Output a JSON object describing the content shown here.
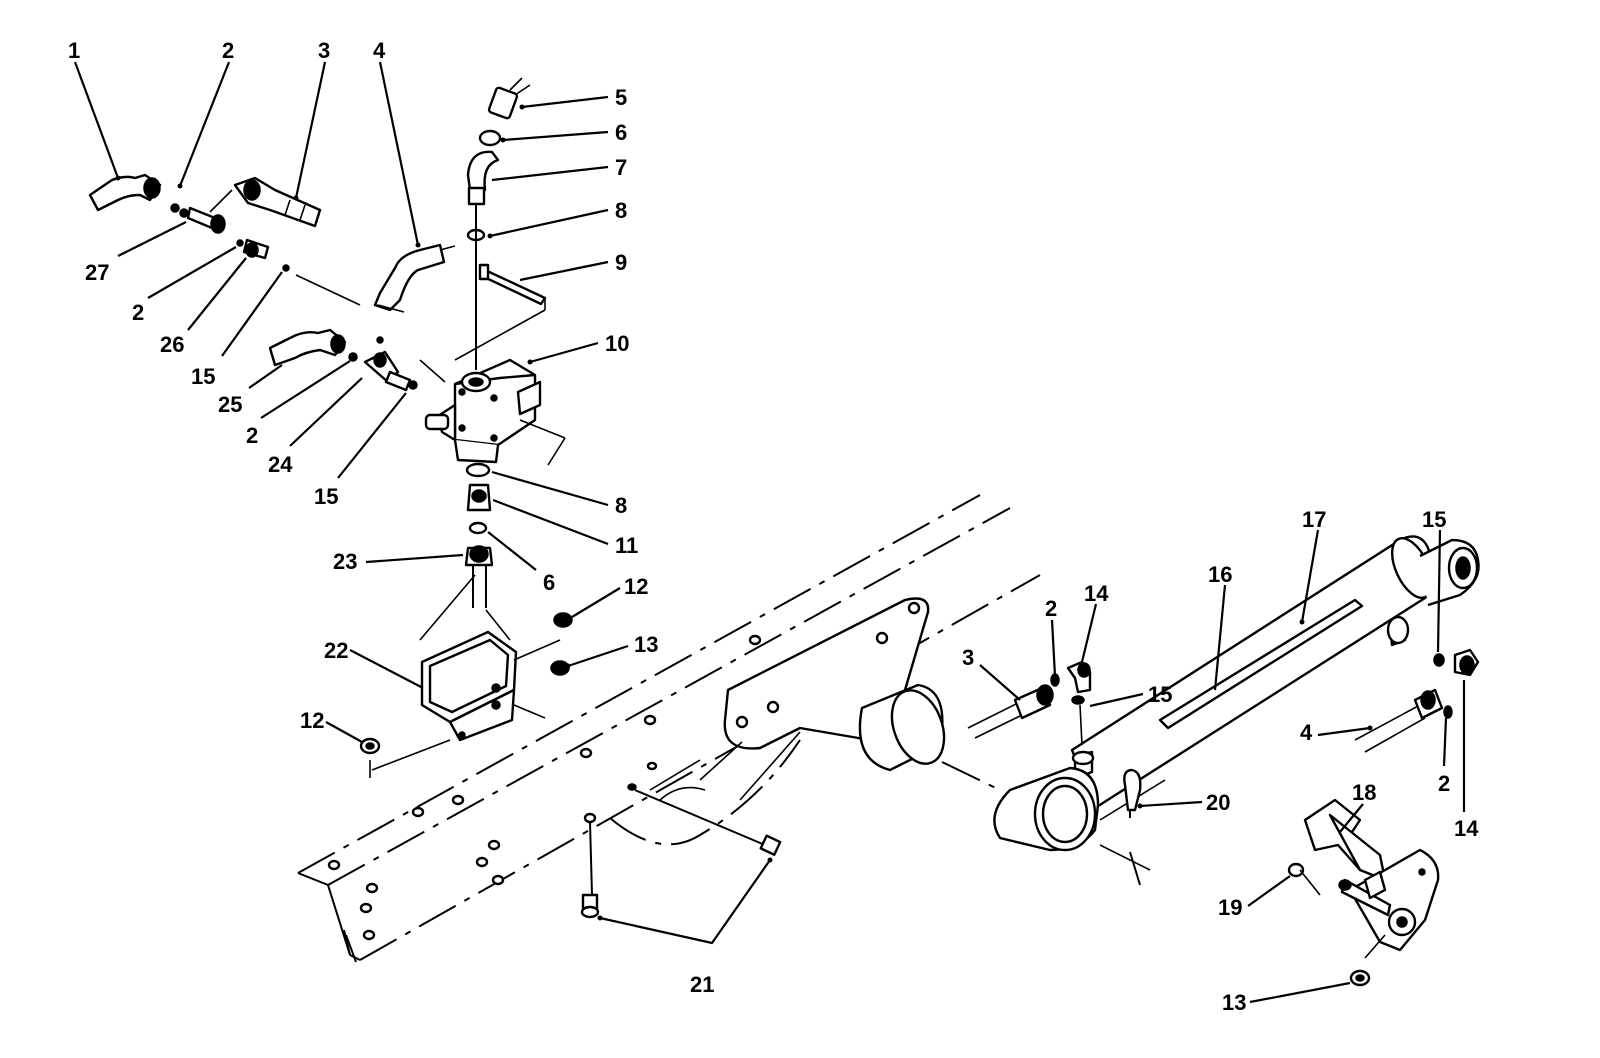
{
  "callouts": [
    {
      "id": "c1",
      "label": "1"
    },
    {
      "id": "c2a",
      "label": "2"
    },
    {
      "id": "c3a",
      "label": "3"
    },
    {
      "id": "c4a",
      "label": "4"
    },
    {
      "id": "c5",
      "label": "5"
    },
    {
      "id": "c6a",
      "label": "6"
    },
    {
      "id": "c7",
      "label": "7"
    },
    {
      "id": "c8a",
      "label": "8"
    },
    {
      "id": "c9",
      "label": "9"
    },
    {
      "id": "c10",
      "label": "10"
    },
    {
      "id": "c27",
      "label": "27"
    },
    {
      "id": "c2b",
      "label": "2"
    },
    {
      "id": "c26",
      "label": "26"
    },
    {
      "id": "c15a",
      "label": "15"
    },
    {
      "id": "c25",
      "label": "25"
    },
    {
      "id": "c2c",
      "label": "2"
    },
    {
      "id": "c24",
      "label": "24"
    },
    {
      "id": "c15b",
      "label": "15"
    },
    {
      "id": "c8b",
      "label": "8"
    },
    {
      "id": "c11",
      "label": "11"
    },
    {
      "id": "c6b",
      "label": "6"
    },
    {
      "id": "c23",
      "label": "23"
    },
    {
      "id": "c12a",
      "label": "12"
    },
    {
      "id": "c13a",
      "label": "13"
    },
    {
      "id": "c22",
      "label": "22"
    },
    {
      "id": "c12b",
      "label": "12"
    },
    {
      "id": "c17",
      "label": "17"
    },
    {
      "id": "c15c",
      "label": "15"
    },
    {
      "id": "c16",
      "label": "16"
    },
    {
      "id": "c2d",
      "label": "2"
    },
    {
      "id": "c14a",
      "label": "14"
    },
    {
      "id": "c3b",
      "label": "3"
    },
    {
      "id": "c15d",
      "label": "15"
    },
    {
      "id": "c4b",
      "label": "4"
    },
    {
      "id": "c2e",
      "label": "2"
    },
    {
      "id": "c14b",
      "label": "14"
    },
    {
      "id": "c20",
      "label": "20"
    },
    {
      "id": "c18",
      "label": "18"
    },
    {
      "id": "c19",
      "label": "19"
    },
    {
      "id": "c21",
      "label": "21"
    },
    {
      "id": "c13b",
      "label": "13"
    }
  ]
}
